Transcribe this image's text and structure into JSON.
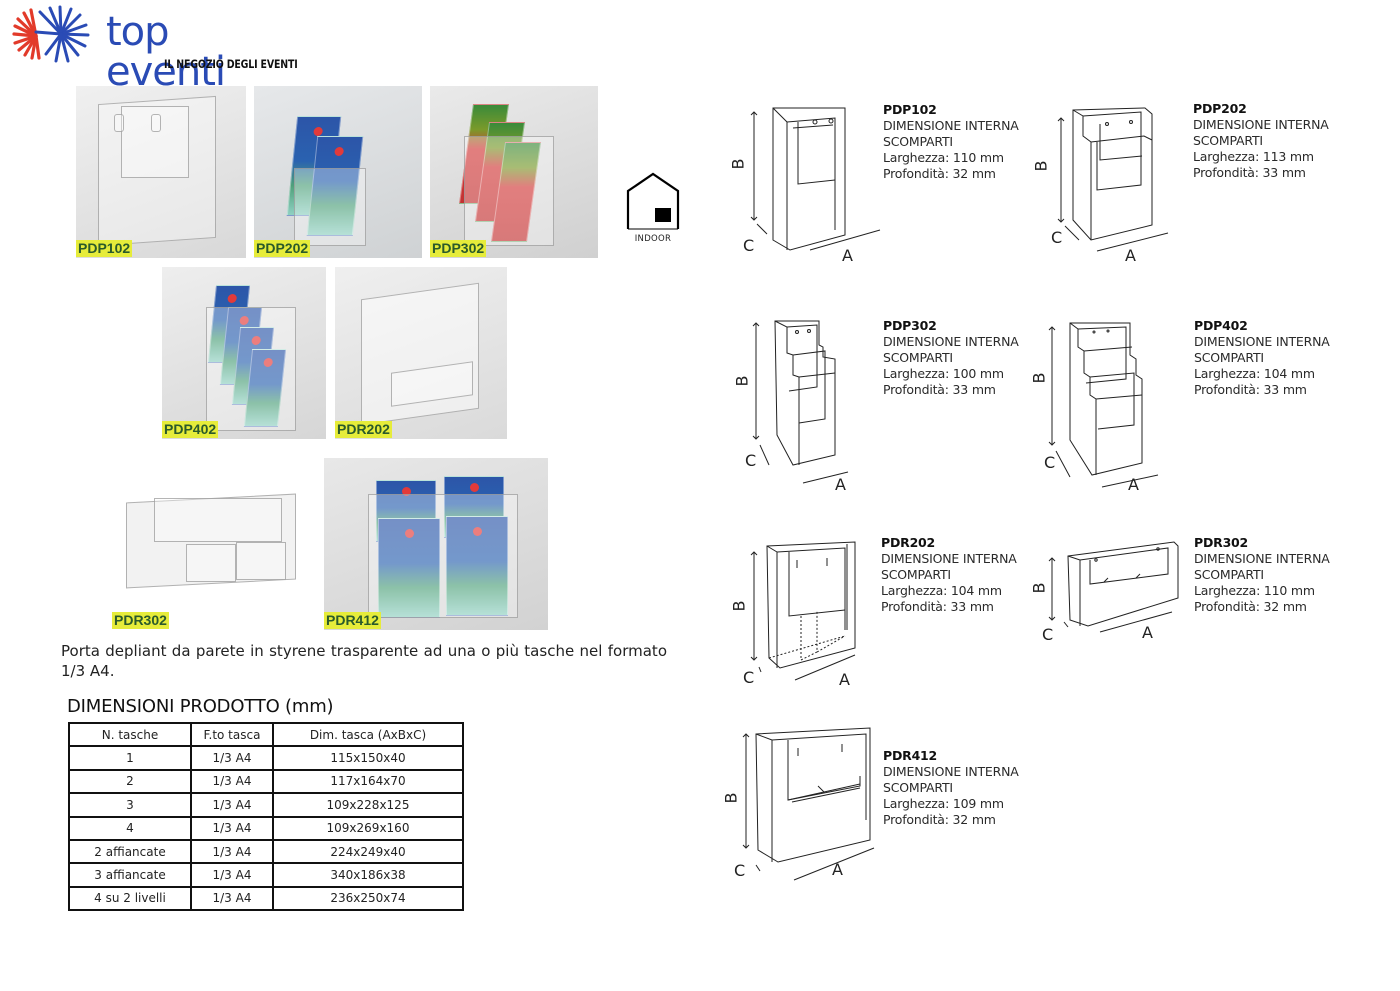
{
  "brand": {
    "name": "top eventi",
    "tagline": "IL NEGOZIO DEGLI EVENTI",
    "colors": {
      "primary": "#2a4bb5",
      "accent": "#e23a2a"
    }
  },
  "photos": [
    {
      "code": "PDP102"
    },
    {
      "code": "PDP202"
    },
    {
      "code": "PDP302"
    },
    {
      "code": "PDP402"
    },
    {
      "code": "PDR202"
    },
    {
      "code": "PDR302"
    },
    {
      "code": "PDR412"
    }
  ],
  "indoor_icon": {
    "label": "INDOOR"
  },
  "description": "Porta depliant da parete in styrene trasparente ad una o più tasche nel formato 1/3 A4.",
  "dimensions": {
    "title": "DIMENSIONI PRODOTTO (mm)",
    "headers": [
      "N. tasche",
      "F.to tasca",
      "Dim. tasca (AxBxC)"
    ],
    "rows": [
      [
        "1",
        "1/3 A4",
        "115x150x40"
      ],
      [
        "2",
        "1/3 A4",
        "117x164x70"
      ],
      [
        "3",
        "1/3 A4",
        "109x228x125"
      ],
      [
        "4",
        "1/3 A4",
        "109x269x160"
      ],
      [
        "2 affiancate",
        "1/3 A4",
        "224x249x40"
      ],
      [
        "3 affiancate",
        "1/3 A4",
        "340x186x38"
      ],
      [
        "4 su 2 livelli",
        "1/3 A4",
        "236x250x74"
      ]
    ]
  },
  "axis_labels": {
    "a": "A",
    "b": "B",
    "c": "C"
  },
  "specs": [
    {
      "code": "PDP102",
      "line1": "DIMENSIONE INTERNA",
      "line2": "SCOMPARTI",
      "width": "Larghezza: 110 mm",
      "depth": "Profondità: 32 mm"
    },
    {
      "code": "PDP202",
      "line1": "DIMENSIONE INTERNA",
      "line2": "SCOMPARTI",
      "width": "Larghezza: 113 mm",
      "depth": "Profondità: 33 mm"
    },
    {
      "code": "PDP302",
      "line1": "DIMENSIONE INTERNA",
      "line2": "SCOMPARTI",
      "width": "Larghezza: 100 mm",
      "depth": "Profondità: 33 mm"
    },
    {
      "code": "PDP402",
      "line1": "DIMENSIONE INTERNA",
      "line2": "SCOMPARTI",
      "width": "Larghezza: 104 mm",
      "depth": "Profondità: 33 mm"
    },
    {
      "code": "PDR202",
      "line1": "DIMENSIONE INTERNA",
      "line2": "SCOMPARTI",
      "width": "Larghezza: 104 mm",
      "depth": "Profondità: 33 mm"
    },
    {
      "code": "PDR302",
      "line1": "DIMENSIONE INTERNA",
      "line2": "SCOMPARTI",
      "width": "Larghezza: 110 mm",
      "depth": "Profondità: 32 mm"
    },
    {
      "code": "PDR412",
      "line1": "DIMENSIONE INTERNA",
      "line2": "SCOMPARTI",
      "width": "Larghezza: 109 mm",
      "depth": "Profondità: 32 mm"
    }
  ]
}
